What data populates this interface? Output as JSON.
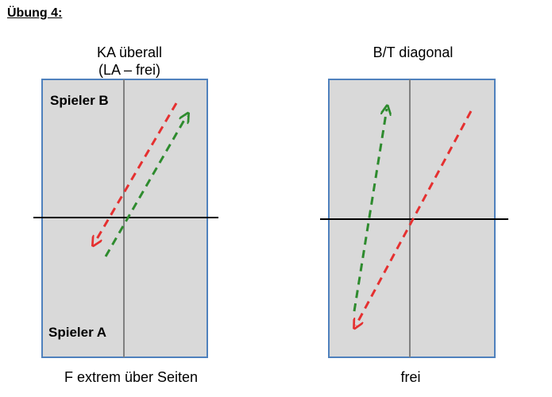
{
  "heading": "Übung 4:",
  "left_panel": {
    "caption_line1": "KA überall",
    "caption_line2": "(LA – frei)",
    "footer": "F extrem über Seiten",
    "label_top": "Spieler B",
    "label_bottom": "Spieler A"
  },
  "right_panel": {
    "caption": "B/T diagonal",
    "footer": "frei"
  },
  "colors": {
    "field_fill": "#d9d9d9",
    "field_border": "#4f81bd",
    "net_line": "#000000",
    "center_line": "#808080",
    "red_arrow": "#e53030",
    "green_arrow": "#2e8b2e"
  }
}
